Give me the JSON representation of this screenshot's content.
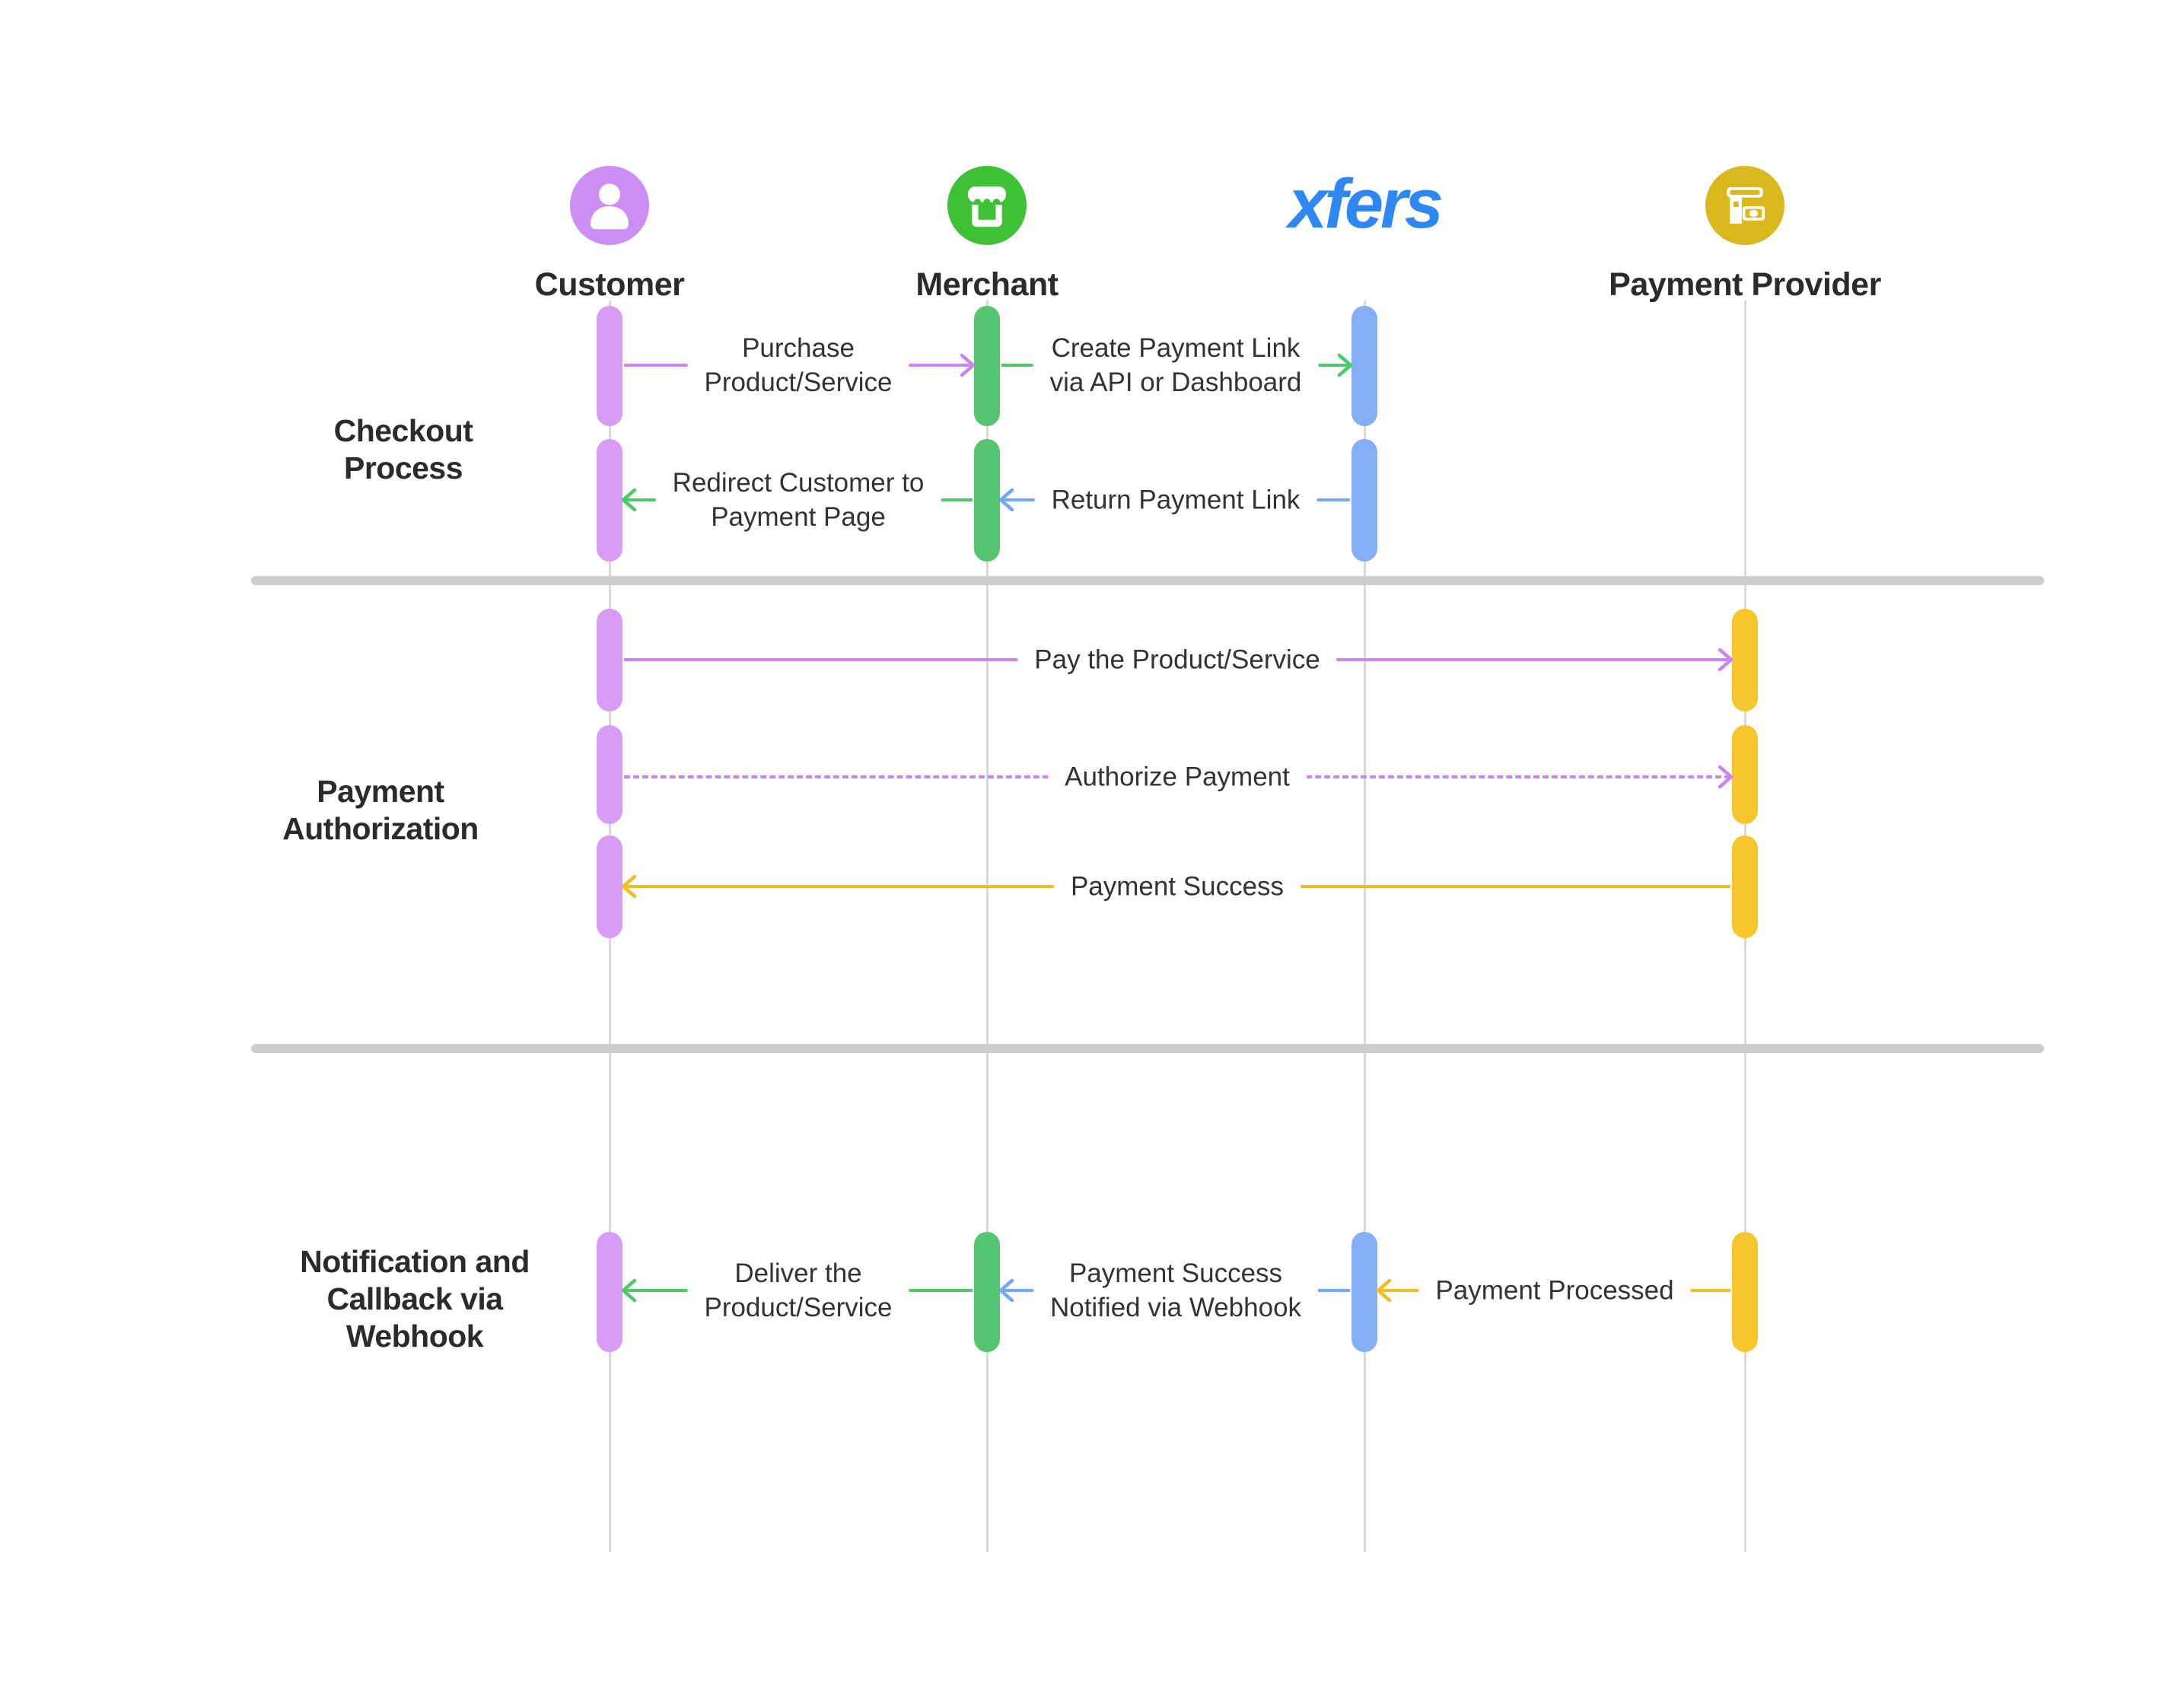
{
  "actors": [
    {
      "name": "Customer",
      "icon": "person-icon"
    },
    {
      "name": "Merchant",
      "icon": "storefront-icon"
    },
    {
      "name": "xfers",
      "icon": "xfers-wordmark-logo"
    },
    {
      "name": "Payment Provider",
      "icon": "bank-payment-icon"
    }
  ],
  "sections": [
    {
      "lines": [
        "Checkout",
        "Process"
      ]
    },
    {
      "lines": [
        "Payment",
        "Authorization"
      ]
    },
    {
      "lines": [
        "Notification and",
        "Callback via",
        "Webhook"
      ]
    }
  ],
  "messages": [
    {
      "from": "Customer",
      "to": "Merchant",
      "style": "solid",
      "color": "purple",
      "lines": [
        "Purchase",
        "Product/Service"
      ]
    },
    {
      "from": "Merchant",
      "to": "xfers",
      "style": "solid",
      "color": "green",
      "lines": [
        "Create Payment Link",
        "via API or Dashboard"
      ]
    },
    {
      "from": "Merchant",
      "to": "Customer",
      "style": "solid",
      "color": "green",
      "lines": [
        "Redirect Customer to",
        "Payment Page"
      ]
    },
    {
      "from": "xfers",
      "to": "Merchant",
      "style": "solid",
      "color": "blue",
      "lines": [
        "Return Payment Link"
      ]
    },
    {
      "from": "Customer",
      "to": "Payment Provider",
      "style": "solid",
      "color": "purple",
      "lines": [
        "Pay the Product/Service"
      ]
    },
    {
      "from": "Customer",
      "to": "Payment Provider",
      "style": "dashed",
      "color": "purple",
      "lines": [
        "Authorize Payment"
      ]
    },
    {
      "from": "Payment Provider",
      "to": "Customer",
      "style": "solid",
      "color": "yellow",
      "lines": [
        "Payment Success"
      ]
    },
    {
      "from": "Merchant",
      "to": "Customer",
      "style": "solid",
      "color": "green",
      "lines": [
        "Deliver the",
        "Product/Service"
      ]
    },
    {
      "from": "xfers",
      "to": "Merchant",
      "style": "solid",
      "color": "blue",
      "lines": [
        "Payment Success",
        "Notified via Webhook"
      ]
    },
    {
      "from": "Payment Provider",
      "to": "xfers",
      "style": "solid",
      "color": "yellow",
      "lines": [
        "Payment Processed"
      ]
    }
  ],
  "colors": {
    "purple_icon": "#cb8ef2",
    "purple_bar": "#d79cf5",
    "purple_arrow": "#cb85f0",
    "green_icon": "#3ec135",
    "green_bar": "#56c572",
    "green_arrow": "#4ec96c",
    "blue_bar": "#84aef5",
    "blue_arrow": "#74a7f5",
    "yellow_icon": "#dcb81f",
    "yellow_bar": "#f6c62f",
    "yellow_arrow": "#f1bd1f",
    "xfers_blue": "#2f87f3",
    "lifeline": "#d9d9d9",
    "divider": "#cdcdcd",
    "text": "#333333"
  }
}
